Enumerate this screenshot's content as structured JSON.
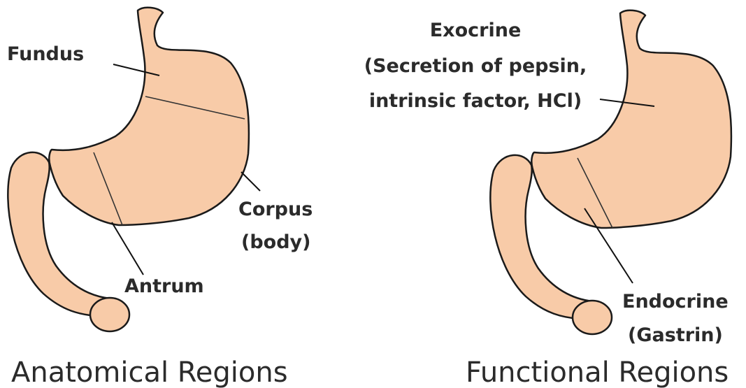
{
  "colors": {
    "tissue": "#f8cba8",
    "outline": "#1a1a1a",
    "text": "#2b2b2b"
  },
  "anatomical": {
    "title": "Anatomical Regions",
    "fundus": "Fundus",
    "corpus_line1": "Corpus",
    "corpus_line2": "(body)",
    "antrum": "Antrum"
  },
  "functional": {
    "title": "Functional Regions",
    "exocrine_line1": "Exocrine",
    "exocrine_line2": "(Secretion of pepsin,",
    "exocrine_line3": "intrinsic factor, HCl)",
    "endocrine_line1": "Endocrine",
    "endocrine_line2": "(Gastrin)"
  }
}
